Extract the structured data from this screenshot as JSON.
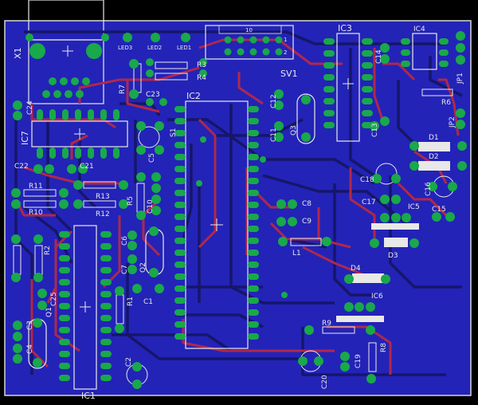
{
  "colors": {
    "background": "#000000",
    "copper_pour": "#2323b8",
    "bottom_trace": "#16166a",
    "top_trace": "#b0284a",
    "pad": "#19a84a",
    "silkscreen": "#ececec",
    "outline": "#d8d8d8"
  },
  "labels": {
    "ic1": "IC1",
    "ic2": "IC2",
    "ic3": "IC3",
    "ic4": "IC4",
    "ic5": "IC5",
    "ic6": "IC6",
    "ic7": "IC7",
    "x1": "X1",
    "sv1": "SV1",
    "sv1_pin10": "10",
    "sv1_pin1": "1",
    "sv1_pin2": "2",
    "jp1": "JP1",
    "jp2": "JP2",
    "q1": "Q1",
    "q2": "Q2",
    "q3": "Q3",
    "s1": "S1",
    "l1": "L1",
    "led1": "LED1",
    "led2": "LED2",
    "led3": "LED3",
    "r1": "R1",
    "r2": "R2",
    "r3": "R3",
    "r4": "R4",
    "r5": "R5",
    "r6": "R6",
    "r7": "R7",
    "r8": "R8",
    "r9": "R9",
    "r10": "R10",
    "r11": "R11",
    "r12": "R12",
    "r13": "R13",
    "c1": "C1",
    "c2": "C2",
    "c3": "C3",
    "c4": "C4",
    "c5": "C5",
    "c6": "C6",
    "c7": "C7",
    "c8": "C8",
    "c9": "C9",
    "c10": "C10",
    "c11": "C11",
    "c12": "C12",
    "c13": "C13",
    "c14": "C14",
    "c15": "C15",
    "c16": "C16",
    "c17": "C17",
    "c18": "C18",
    "c19": "C19",
    "c20": "C20",
    "c21": "C21",
    "c22": "C22",
    "c23": "C23",
    "c24": "C24",
    "c25": "C25",
    "d1": "D1",
    "d2": "D2",
    "d3": "D3",
    "d4": "D4"
  }
}
